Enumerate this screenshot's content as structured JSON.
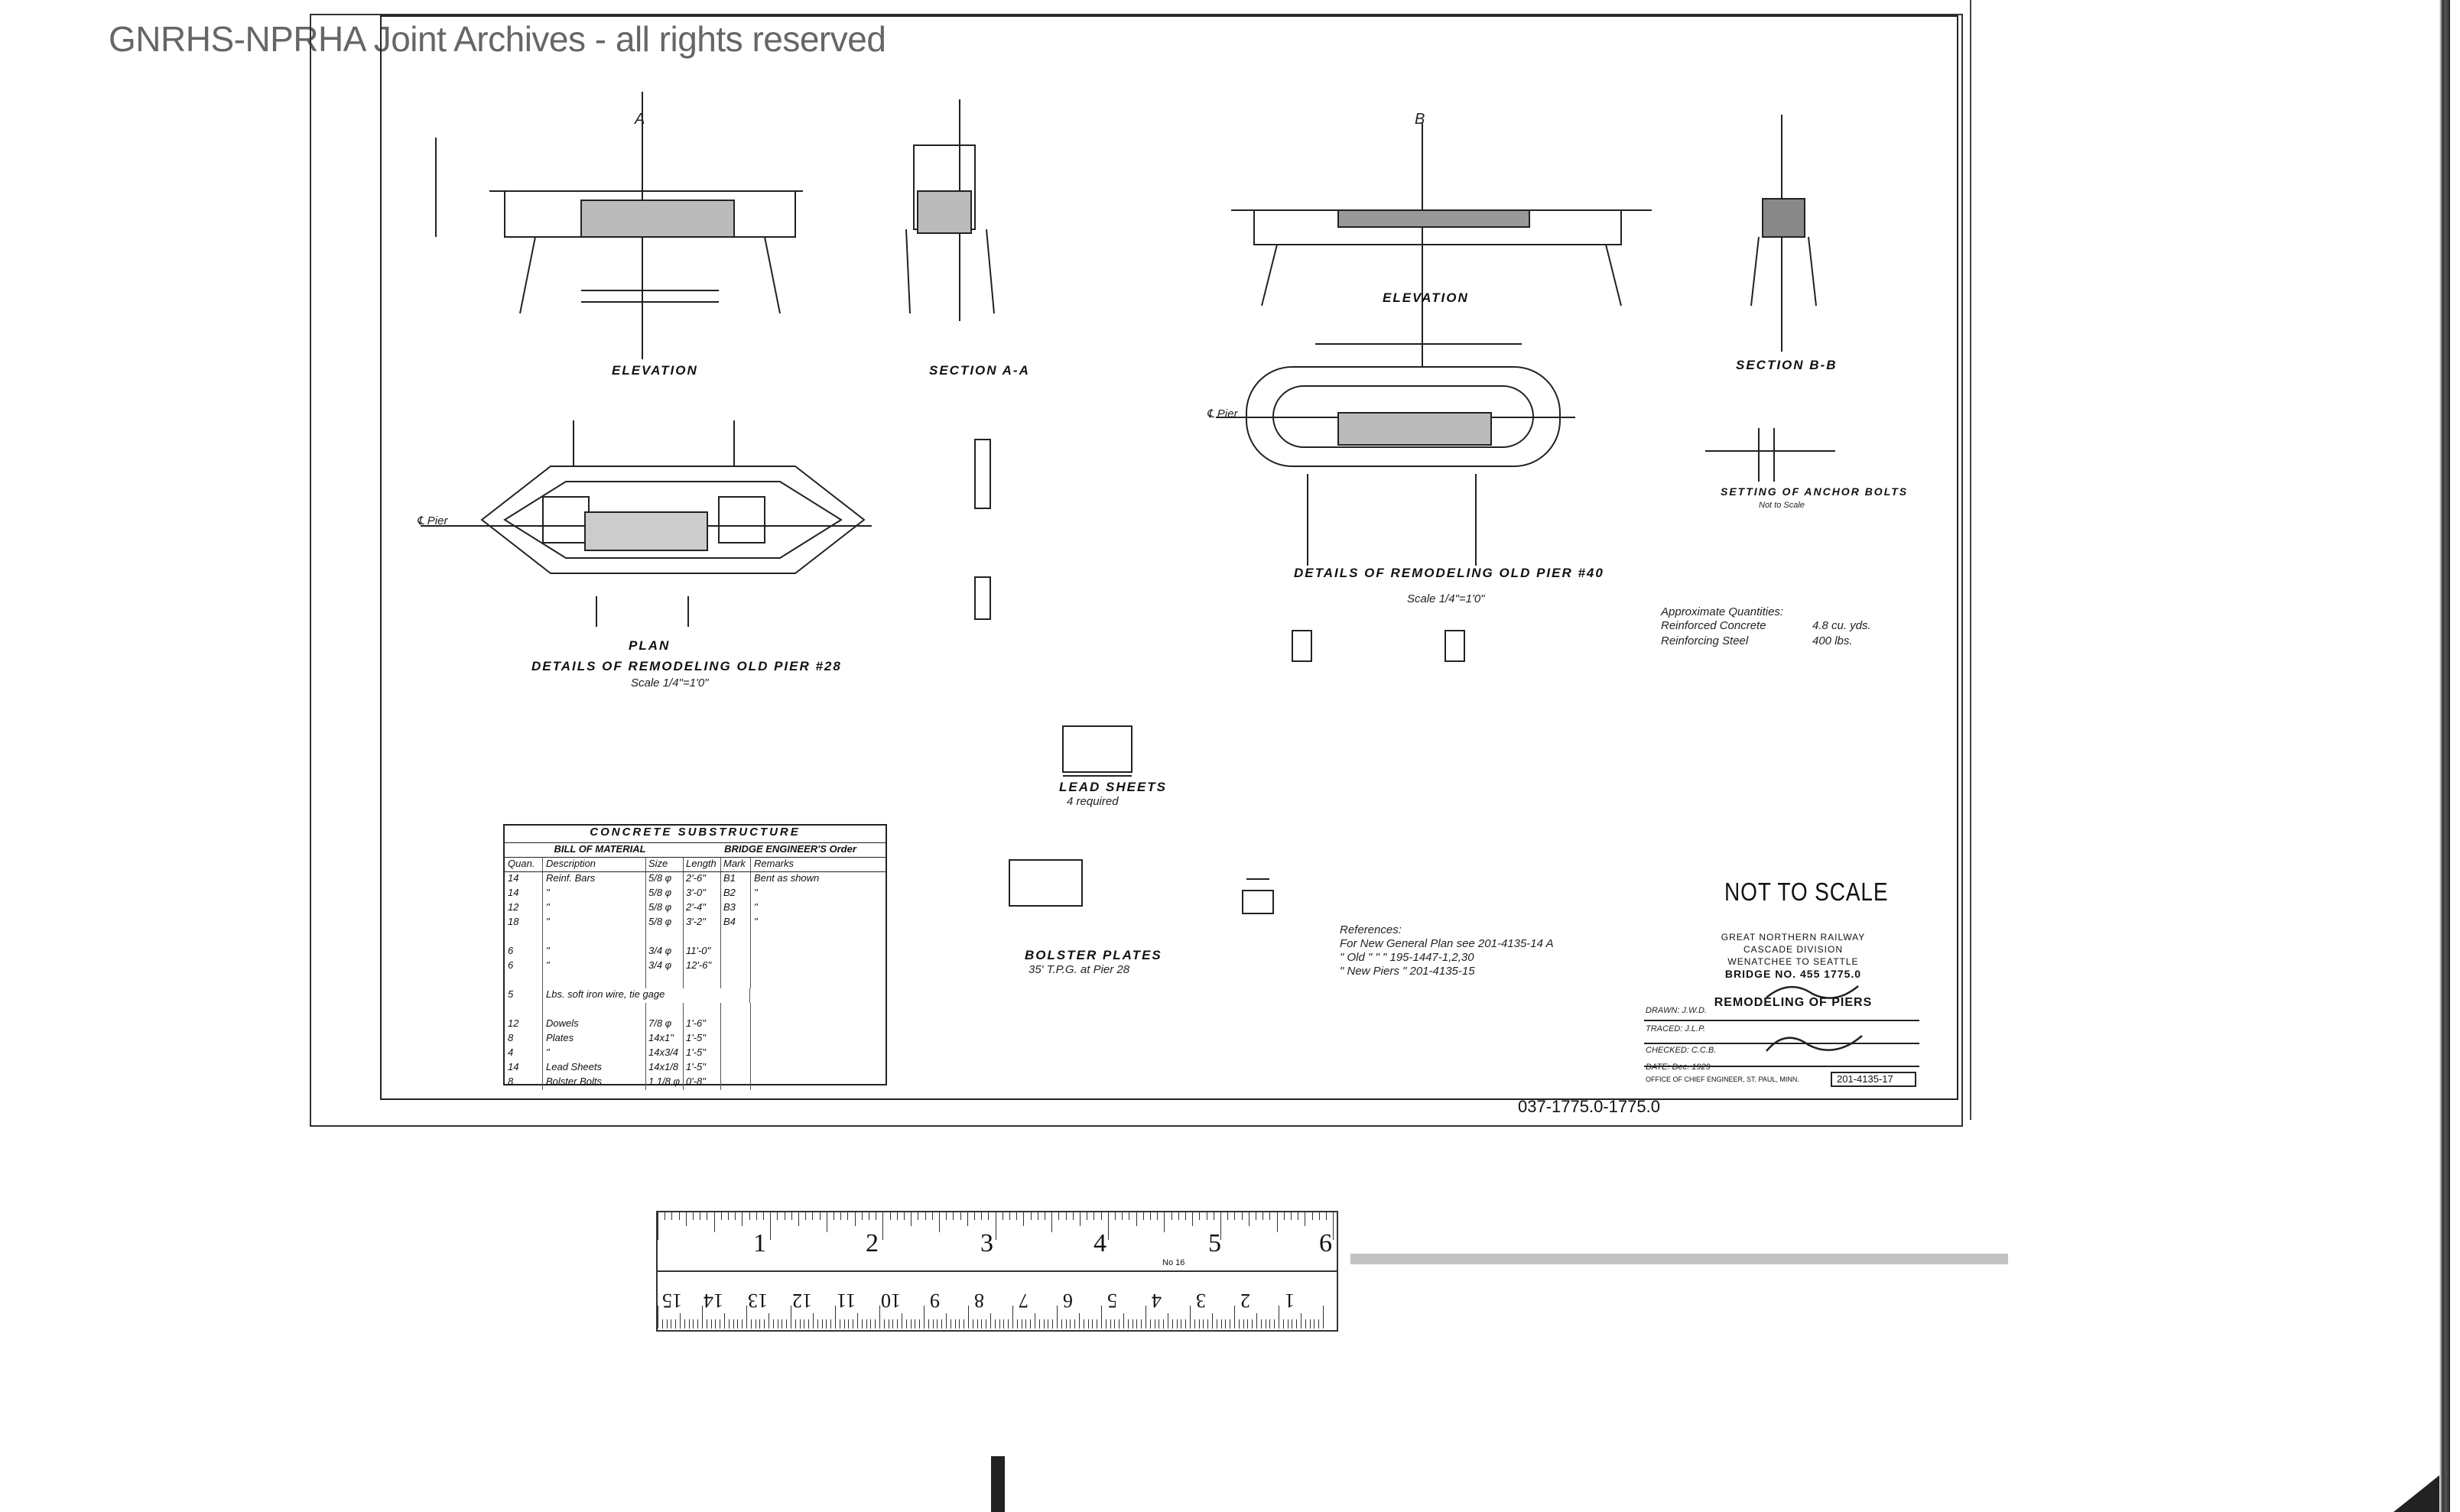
{
  "watermark": "GNRHS-NPRHA Joint Archives - all rights reserved",
  "drawing": {
    "view1": {
      "elevation": "ELEVATION",
      "section": "SECTION A-A",
      "plan": "PLAN",
      "title": "DETAILS OF REMODELING OLD PIER #28",
      "scale": "Scale 1/4\"=1'0\"",
      "marker": "A"
    },
    "view2": {
      "elevation": "ELEVATION",
      "section": "SECTION B-B",
      "title": "DETAILS OF REMODELING OLD PIER #40",
      "scale": "Scale 1/4\"=1'0\"",
      "marker": "B"
    },
    "anchor": "SETTING OF ANCHOR BOLTS",
    "anchor_note": "Not to Scale",
    "lead_sheets": "LEAD SHEETS",
    "lead_req": "4 required",
    "bolster": "BOLSTER PLATES",
    "bolster_sub": "35' T.P.G. at Pier 28",
    "pier_label": "℄ Pier",
    "quantities": {
      "title": "Approximate Quantities:",
      "r1": "Reinforced Concrete",
      "v1": "4.8 cu. yds.",
      "r2": "Reinforcing Steel",
      "v2": "400 lbs."
    },
    "references": {
      "title": "References:",
      "r1": "For New General Plan see 201-4135-14 A",
      "r2": "\"  Old    \"    \"    \"  195-1447-1,2,30",
      "r3": "\"  New Piers    \"  201-4135-15"
    }
  },
  "bom": {
    "title": "CONCRETE SUBSTRUCTURE",
    "sub_left": "BILL OF MATERIAL",
    "sub_right": "BRIDGE ENGINEER'S Order",
    "headers": [
      "Quan.",
      "Description",
      "Size",
      "Length",
      "Mark",
      "Remarks"
    ],
    "rows": [
      [
        "14",
        "Reinf. Bars",
        "5/8 φ",
        "2'-6\"",
        "B1",
        "Bent as shown"
      ],
      [
        "14",
        "\"",
        "5/8 φ",
        "3'-0\"",
        "B2",
        "\""
      ],
      [
        "12",
        "\"",
        "5/8 φ",
        "2'-4\"",
        "B3",
        "\""
      ],
      [
        "18",
        "\"",
        "5/8 φ",
        "3'-2\"",
        "B4",
        "\""
      ],
      [
        "",
        "",
        "",
        "",
        "",
        ""
      ],
      [
        "6",
        "\"",
        "3/4 φ",
        "11'-0\"",
        "",
        ""
      ],
      [
        "6",
        "\"",
        "3/4 φ",
        "12'-6\"",
        "",
        ""
      ],
      [
        "",
        "",
        "",
        "",
        "",
        ""
      ],
      [
        "5",
        "Lbs. soft iron wire, tie gage",
        "",
        "",
        "",
        ""
      ],
      [
        "",
        "",
        "",
        "",
        "",
        ""
      ],
      [
        "12",
        "Dowels",
        "7/8 φ",
        "1'-6\"",
        "",
        ""
      ],
      [
        "8",
        "Plates",
        "14x1\"",
        "1'-5\"",
        "",
        ""
      ],
      [
        "4",
        "\"",
        "14x3/4",
        "1'-5\"",
        "",
        ""
      ],
      [
        "14",
        "Lead Sheets",
        "14x1/8",
        "1'-5\"",
        "",
        ""
      ],
      [
        "8",
        "Bolster Bolts",
        "1 1/8 φ",
        "0'-8\"",
        "",
        ""
      ]
    ]
  },
  "not_to_scale": "NOT TO SCALE",
  "title_block": {
    "l1": "GREAT NORTHERN RAILWAY",
    "l2": "CASCADE DIVISION",
    "l3": "WENATCHEE TO SEATTLE",
    "l4": "BRIDGE NO. 455 1775.0",
    "l5": "REMODELING OF PIERS",
    "drawn": "DRAWN: J.W.D.",
    "traced": "TRACED: J.L.P.",
    "checked": "CHECKED: C.C.B.",
    "date": "DATE: Dec. 1929",
    "office": "OFFICE OF CHIEF ENGINEER, ST. PAUL, MINN.",
    "sheet": "201-4135-17"
  },
  "drawing_number": "037-1775.0-1775.0",
  "ruler": {
    "inches": [
      "1",
      "2",
      "3",
      "4",
      "5",
      "6"
    ],
    "cm": [
      "1",
      "2",
      "3",
      "4",
      "5",
      "6",
      "7",
      "8",
      "9",
      "10",
      "11",
      "12",
      "13",
      "14",
      "15"
    ],
    "brand": "No 16"
  }
}
